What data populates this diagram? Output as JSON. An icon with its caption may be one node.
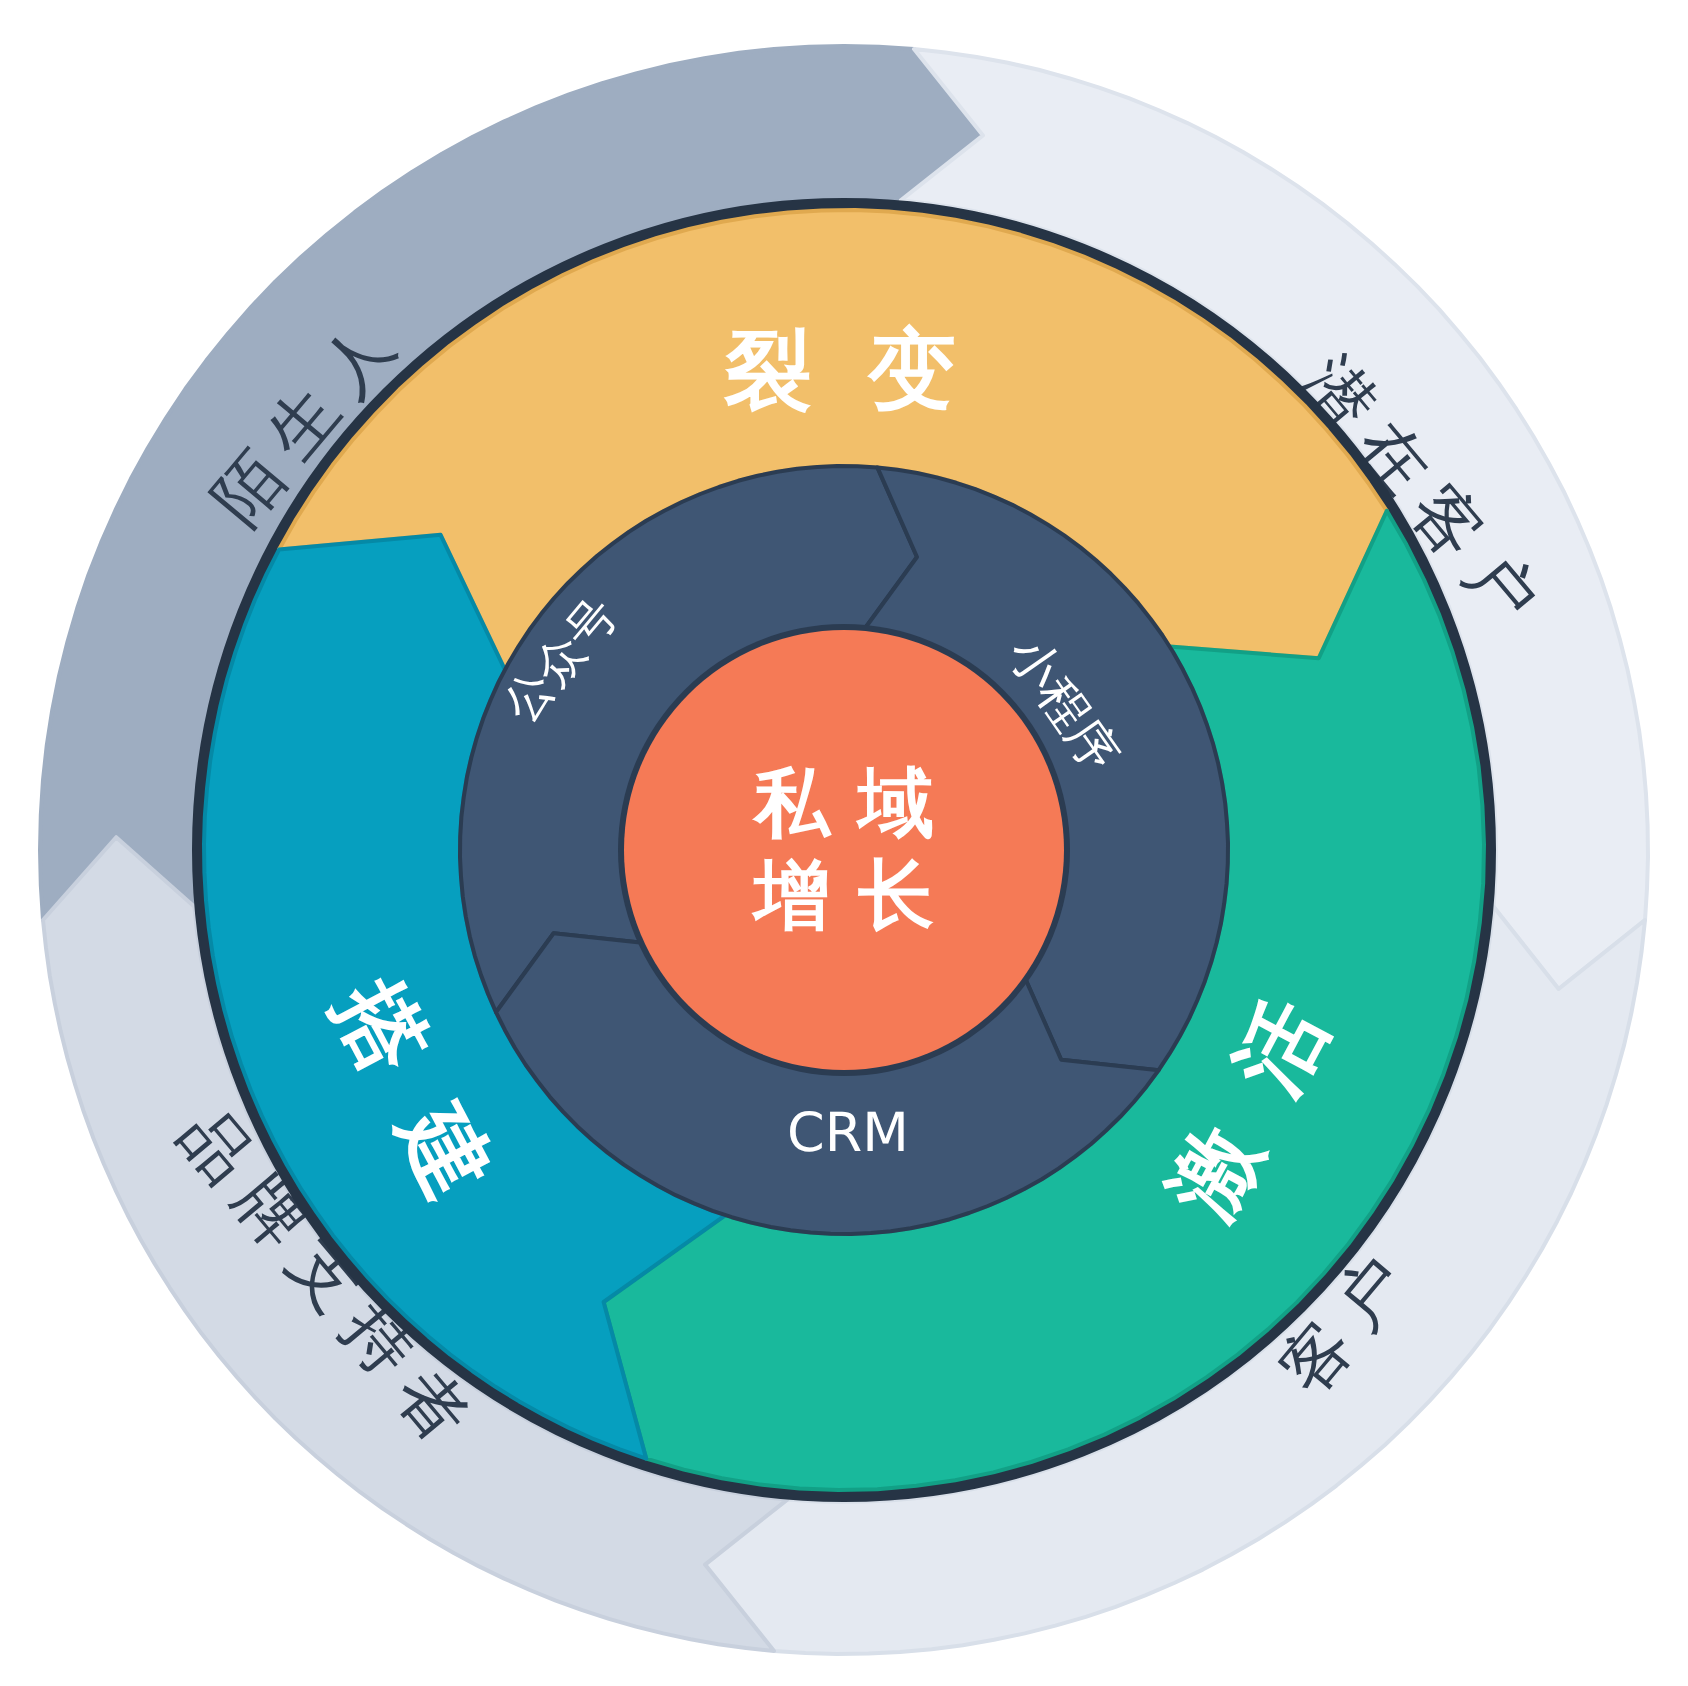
{
  "diagram": {
    "nodes": [
      {
        "text": [
          "私域增长"
        ]
      },
      {
        "text": [
          "公众号"
        ]
      },
      {
        "text": [
          "小程序"
        ]
      },
      {
        "text": [
          "CRM"
        ]
      },
      {
        "text": [
          "裂变"
        ]
      },
      {
        "text": [
          "激活"
        ]
      },
      {
        "text": [
          "搭建"
        ]
      },
      {
        "text": [
          "陌生人"
        ]
      },
      {
        "text": [
          "潜在客户"
        ]
      },
      {
        "text": [
          "客户"
        ]
      },
      {
        "text": [
          "品牌支持者"
        ]
      }
    ]
  }
}
